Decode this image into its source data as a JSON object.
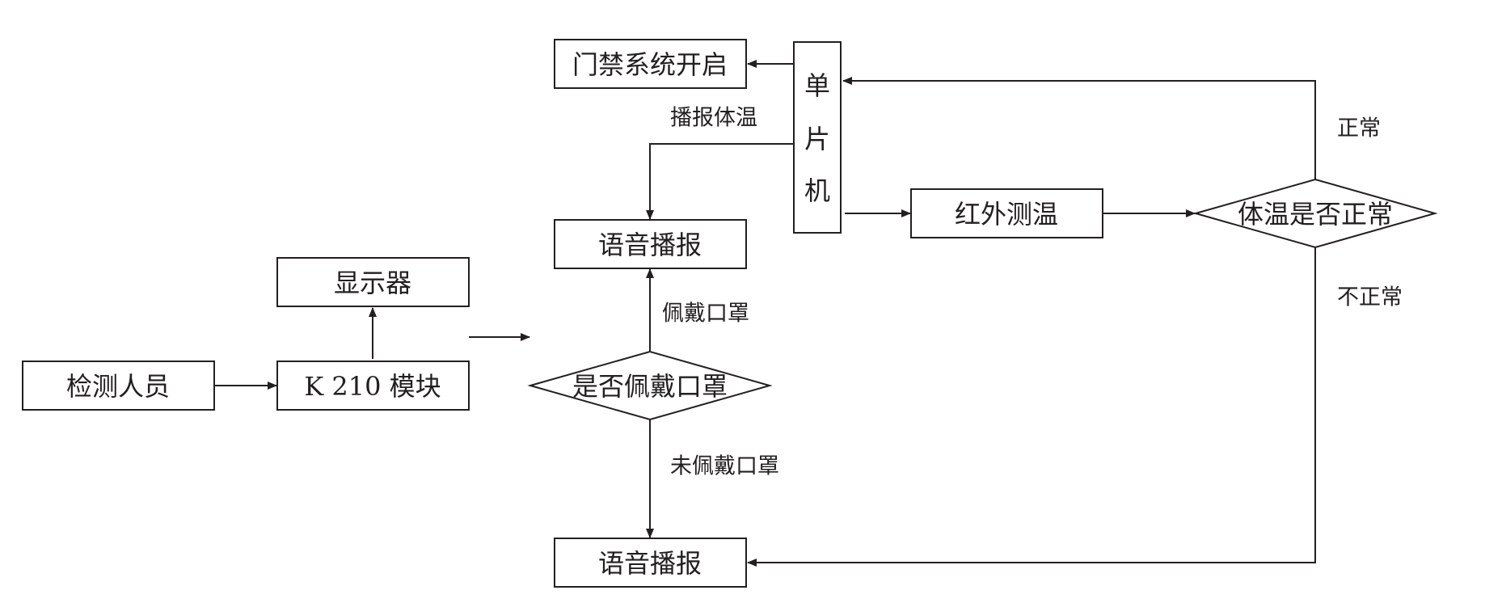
{
  "nodes": {
    "inspector": "检测人员",
    "k210": "K 210 模块",
    "display": "显示器",
    "mask_check": "是否佩戴口罩",
    "voice_top": "语音播报",
    "voice_bottom": "语音播报",
    "door": "门禁系统开启",
    "mcu_1": "单",
    "mcu_2": "片",
    "mcu_3": "机",
    "infrared": "红外测温",
    "temp_check": "体温是否正常"
  },
  "labels": {
    "broadcast_temp": "播报体温",
    "wearing_mask": "佩戴口罩",
    "no_mask": "未佩戴口罩",
    "normal": "正常",
    "abnormal": "不正常"
  },
  "colors": {
    "line": "#231f20",
    "text": "#231f20",
    "background": "#ffffff"
  }
}
